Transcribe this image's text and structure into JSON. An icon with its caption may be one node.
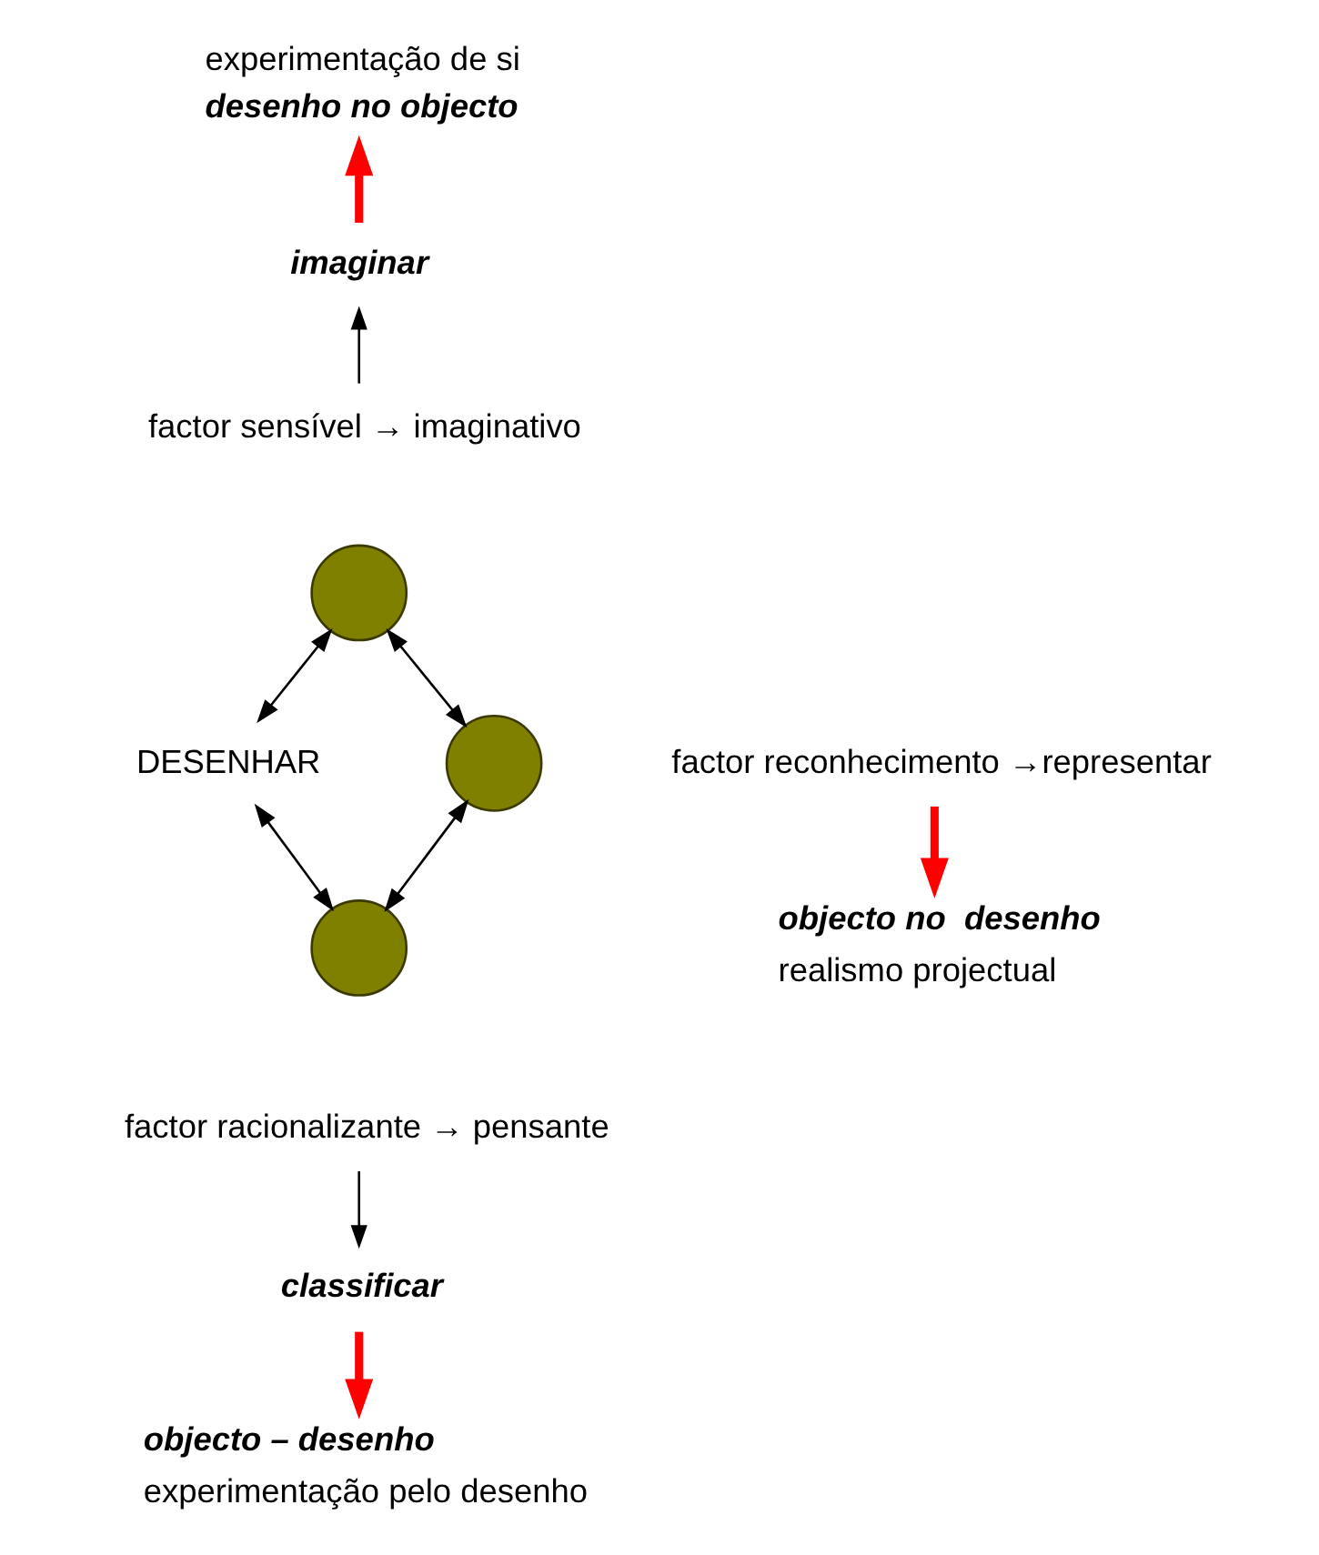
{
  "diagram": {
    "nodes": [
      {
        "text": [
          "desenho no objecto"
        ],
        "beside": [
          "experimentação de si"
        ]
      },
      {
        "text": [
          "imaginar"
        ]
      },
      {
        "text": [
          "factor sensível → imaginativo"
        ]
      },
      {
        "text": [],
        "shape": "circle"
      },
      {
        "text": [
          "DESENHAR"
        ]
      },
      {
        "text": [],
        "shape": "circle"
      },
      {
        "text": [
          "factor reconhecimento →representar"
        ]
      },
      {
        "text": [
          "objecto no  desenho"
        ],
        "beside": [
          "realismo projectual"
        ]
      },
      {
        "text": [],
        "shape": "circle"
      },
      {
        "text": [
          "factor racionalizante → pensante"
        ]
      },
      {
        "text": [
          "classificar"
        ]
      },
      {
        "text": [
          "objecto – desenho"
        ],
        "beside": [
          "experimentação pelo desenho"
        ]
      }
    ],
    "edges": [
      {
        "from": 2,
        "to": 1,
        "arrow": "to"
      },
      {
        "from": 1,
        "to": 0,
        "arrow": "to",
        "style": "thick",
        "color": "#ff0000"
      },
      {
        "from": 3,
        "to": 5,
        "arrow": "both"
      },
      {
        "from": 3,
        "to": 4,
        "arrow": "both"
      },
      {
        "from": 4,
        "to": 8,
        "arrow": "both"
      },
      {
        "from": 8,
        "to": 5,
        "arrow": "both"
      },
      {
        "from": 6,
        "to": 7,
        "arrow": "to",
        "style": "thick",
        "color": "#ff0000"
      },
      {
        "from": 9,
        "to": 10,
        "arrow": "to"
      },
      {
        "from": 10,
        "to": 11,
        "arrow": "to",
        "style": "thick",
        "color": "#ff0000"
      }
    ]
  }
}
